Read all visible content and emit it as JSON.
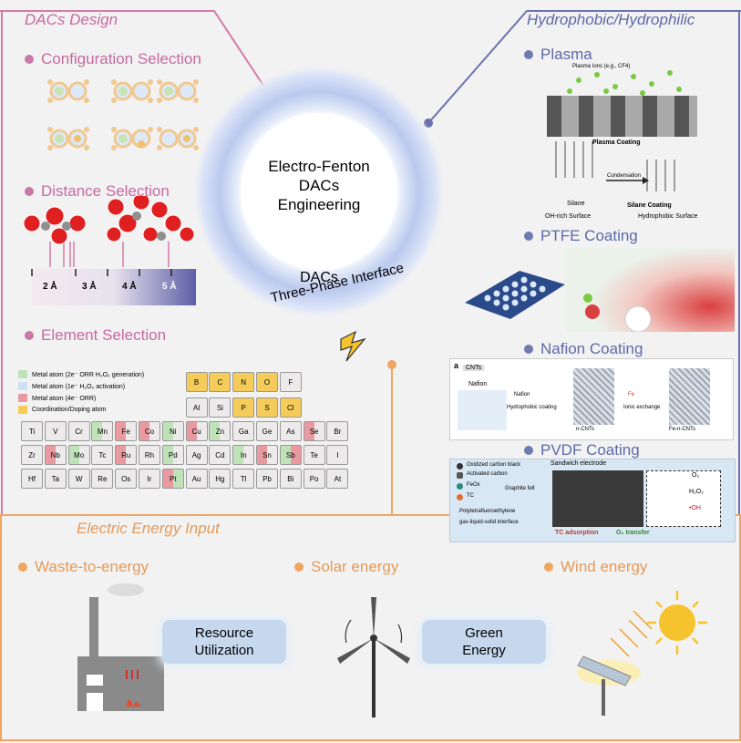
{
  "design": {
    "title": "DACs Design",
    "config": "Configuration Selection",
    "distance": "Distance Selection",
    "element": "Element Selection",
    "distances": [
      "2 Å",
      "3 Å",
      "4 Å",
      "5 Å"
    ]
  },
  "hydro": {
    "title": "Hydrophobic/Hydrophilic",
    "plasma": "Plasma",
    "plasma_ions": "Plasma Ions (e.g., CF4)",
    "plasma_coating": "Plasma Coating",
    "silane": "Silane",
    "condensation": "Condensation",
    "silane_coating": "Silane Coating",
    "oh_surface": "OH-rich Surface",
    "hydrophobic_surface": "Hydrophobic Surface",
    "ptfe": "PTFE Coating",
    "nafion": "Nafion Coating",
    "nafion_labels": {
      "panel": "a",
      "cnts": "CNTs",
      "nafion": "Nafion",
      "step1": "Nafion",
      "step1b": "Hydrophobic coating",
      "ncnts": "n-CNTs",
      "step2": "Fe",
      "step2b": "Ionic exchange",
      "fencnts": "Fe-n-CNTs"
    },
    "pvdf": "PVDF Coating",
    "pvdf_labels": {
      "title": "Sandwich electrode",
      "l1": "Oxidized carbon black",
      "l2": "Activated carbon",
      "l3": "FeOx",
      "l4": "Graphite felt",
      "l5": "TC",
      "l6": "Polytetrafluoroethylene",
      "l7": "gas-liquid-solid interface",
      "tc_ads": "TC adsorption",
      "o2_trans": "O₂ transfer",
      "o2": "O₂",
      "h2o2": "H₂O₂",
      "oh": "•OH"
    }
  },
  "center": {
    "line1": "Electro-Fenton",
    "line2": "DACs",
    "line3": "Engineering",
    "arc1": "DACs",
    "arc2": "Three-Phase Interface"
  },
  "legend": [
    {
      "label": "Metal atom (2e⁻ ORR H₂O₂ generation)",
      "color": "#bfe2b8"
    },
    {
      "label": "Metal atom (1e⁻ H₂O₂ activation)",
      "color": "#cfe0f2"
    },
    {
      "label": "Metal atom (4e⁻ ORR)",
      "color": "#e99aa1"
    },
    {
      "label": "Coordination/Doping atom",
      "color": "#f5cc5a"
    }
  ],
  "periodic": {
    "row1": [
      "B",
      "C",
      "N",
      "O",
      "F"
    ],
    "row2": [
      "Al",
      "Si",
      "P",
      "S",
      "Cl"
    ],
    "row3": [
      "Ti",
      "V",
      "Cr",
      "Mn",
      "Fe",
      "Co",
      "Ni",
      "Cu",
      "Zn",
      "Ga",
      "Ge",
      "As",
      "Se",
      "Br"
    ],
    "row4": [
      "Zr",
      "Nb",
      "Mo",
      "Tc",
      "Ru",
      "Rh",
      "Pd",
      "Ag",
      "Cd",
      "In",
      "Sn",
      "Sb",
      "Te",
      "I"
    ],
    "row5": [
      "Hf",
      "Ta",
      "W",
      "Re",
      "Os",
      "Ir",
      "Pt",
      "Au",
      "Hg",
      "Tl",
      "Pb",
      "Bi",
      "Po",
      "At"
    ]
  },
  "energy": {
    "title": "Electric Energy Input",
    "waste": "Waste-to-energy",
    "solar": "Solar energy",
    "wind": "Wind energy",
    "resource1": "Resource",
    "resource2": "Utilization",
    "green1": "Green",
    "green2": "Energy"
  }
}
